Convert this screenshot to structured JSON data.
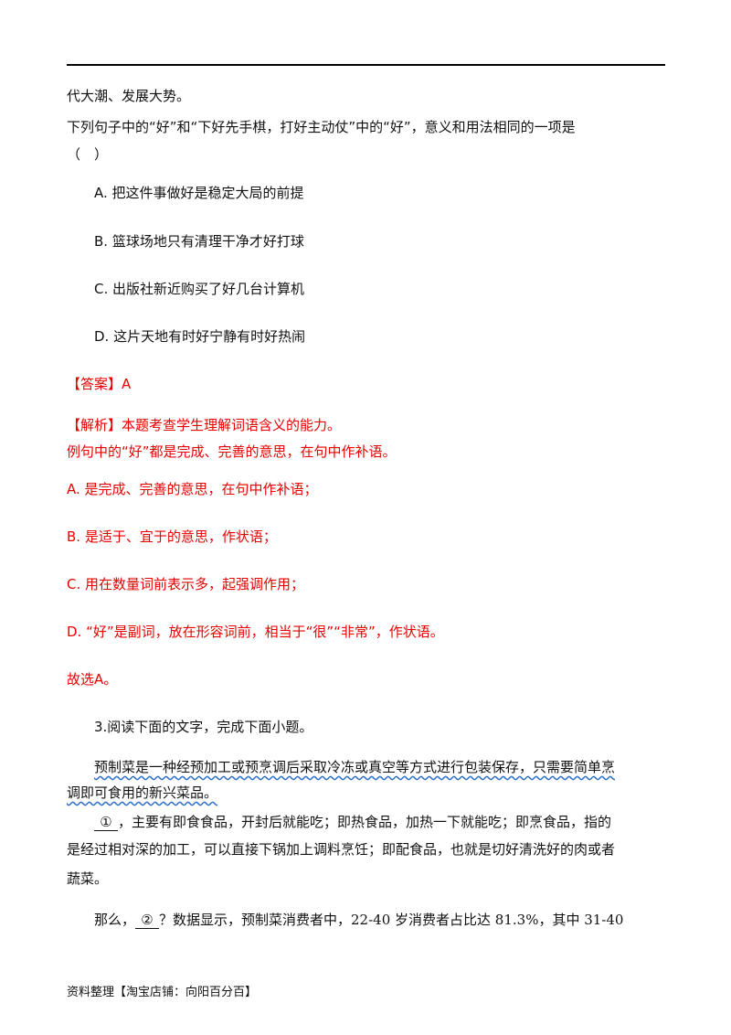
{
  "question": {
    "prev_tail": "代大潮、发展大势。",
    "stem": "下列句子中的“好”和“下好先手棋，打好主动仗”中的“好”，意义和用法相同的一项是",
    "paren": "（　）",
    "options": [
      {
        "letter": "A.",
        "text": "把这件事做好是稳定大局的前提"
      },
      {
        "letter": "B.",
        "text": "篮球场地只有清理干净才好打球"
      },
      {
        "letter": "C.",
        "text": "出版社新近购买了好几台计算机"
      },
      {
        "letter": "D.",
        "text": "这片天地有时好宁静有时好热闹"
      }
    ]
  },
  "answer": {
    "text": "【答案】A"
  },
  "analysis": {
    "heading": "【解析】本题考查学生理解词语含义的能力。",
    "line2": "例句中的“好”都是完成、完善的意思，在句中作补语。",
    "items": [
      "A. 是完成、完善的意思，在句中作补语；",
      "B. 是适于、宜于的意思，作状语；",
      "C. 用在数量词前表示多，起强调作用；",
      "D. “好”是副词，放在形容词前，相当于“很”“非常”，作状语。"
    ],
    "conclusion": "故选A。"
  },
  "section3": {
    "heading": "3.阅读下面的文字，完成下面小题。",
    "p1_line1": "预制菜是一种经预加工或预烹调后采取冷冻或真空等方式进行包装保存，只需要简单烹",
    "p1_line2": "调即可食用的新兴菜品。",
    "blank1": "①",
    "p2_line1_rest": "，主要有即食食品，开封后就能吃；即热食品，加热一下就能吃；即烹食品，指的",
    "p2_line2": "是经过相对深的加工，可以直接下锅加上调料烹饪；即配食品，也就是切好清洗好的肉或者",
    "p2_line3": "蔬菜。",
    "p3_prefix": "那么，",
    "blank2": "②",
    "p3_rest": "？数据显示，预制菜消费者中，22-40 岁消费者占比达 81.3%，其中 31-40"
  },
  "footer": {
    "text": "资料整理【淘宝店铺：向阳百分百】"
  }
}
